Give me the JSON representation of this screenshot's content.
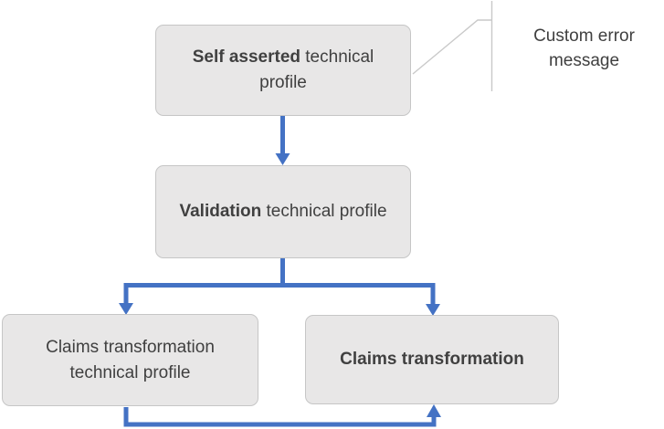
{
  "diagram": {
    "title_hint": "Technical profile flow",
    "nodes": [
      {
        "id": "self-asserted",
        "bold_part": "Self asserted",
        "rest_part": " technical profile"
      },
      {
        "id": "validation",
        "bold_part": "Validation",
        "rest_part": " technical profile"
      },
      {
        "id": "claims-transformation-technical-profile",
        "bold_part": "",
        "rest_part": "Claims transformation technical profile"
      },
      {
        "id": "claims-transformation",
        "bold_part": "Claims transformation",
        "rest_part": ""
      }
    ],
    "edges": [
      {
        "from": "self-asserted",
        "to": "validation",
        "style": "arrow-down"
      },
      {
        "from": "validation",
        "to": "claims-transformation-technical-profile",
        "style": "arrow-down"
      },
      {
        "from": "validation",
        "to": "claims-transformation",
        "style": "arrow-down"
      },
      {
        "from": "claims-transformation-technical-profile",
        "to": "claims-transformation",
        "style": "arrow-up-bottom-loop"
      }
    ],
    "annotation": {
      "label": "Custom error message",
      "attached_to": "self-asserted"
    },
    "colors": {
      "arrow": "#4472C4",
      "box_fill": "#E8E7E7",
      "box_border": "#C6C6C6",
      "text": "#404040",
      "callout_line": "#C9C9C9"
    }
  }
}
